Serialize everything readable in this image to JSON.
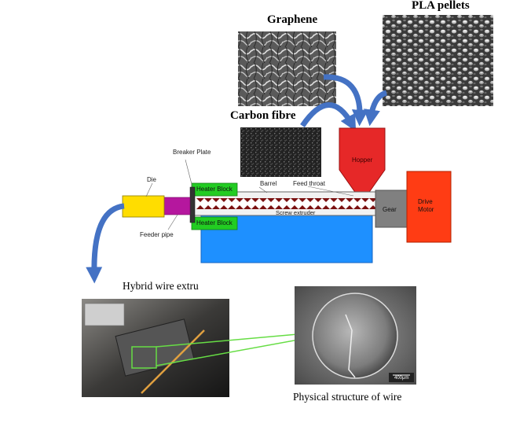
{
  "images": {
    "graphene": {
      "label": "Graphene"
    },
    "pla_pellets": {
      "label": "PLA pellets"
    },
    "carbon_fibre": {
      "label": "Carbon fibre"
    }
  },
  "extruder": {
    "breaker_plate": "Breaker Plate",
    "die": "Die",
    "heater_block_top": "Heater Block",
    "heater_block_bottom": "Heater Block",
    "barrel": "Barrel",
    "feed_throat": "Feed throat",
    "hopper": "Hopper",
    "screw_extruder": "Screw extruder",
    "feeder_pipe": "Feeder pipe",
    "gear": "Gear",
    "drive_motor_line1": "Drive",
    "drive_motor_line2": "Motor"
  },
  "photos": {
    "hybrid_wire_caption": "Hybrid wire extru",
    "physical_structure_caption": "Physical structure of wire",
    "scale_bar_text": "400μm"
  },
  "colors": {
    "arrow_blue": "#4472c4",
    "hopper_red": "#e62828",
    "motor_orange": "#ff3c14",
    "base_blue": "#1e90ff",
    "heater_green": "#22cc22",
    "die_yellow": "#ffdd00",
    "feeder_magenta": "#b5179e",
    "gear_gray": "#808080",
    "highlight_green": "#66dd44"
  }
}
